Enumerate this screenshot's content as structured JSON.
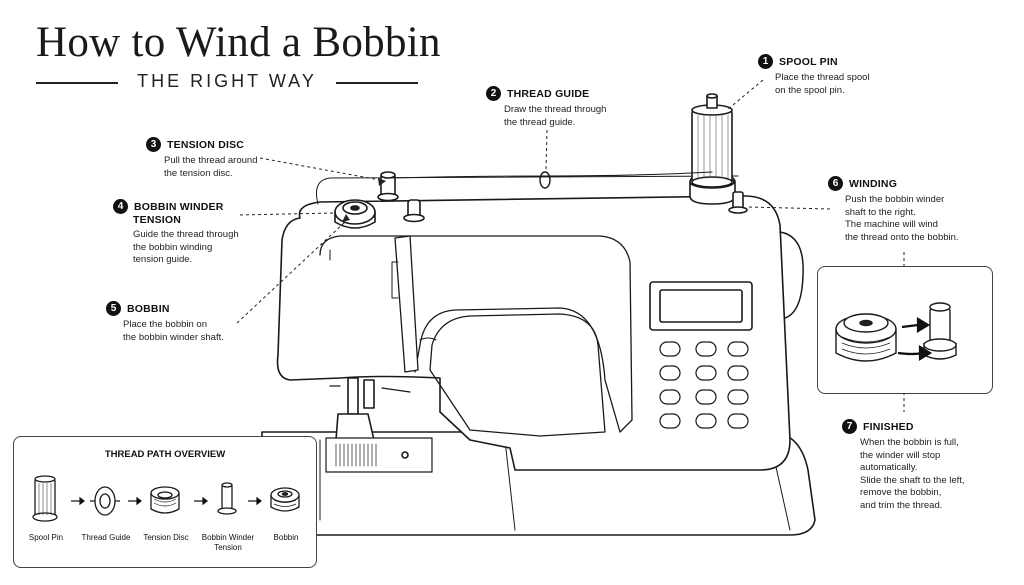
{
  "header": {
    "title": "How to Wind a Bobbin",
    "subtitle": "THE RIGHT WAY"
  },
  "steps": [
    {
      "num": "1",
      "title": "SPOOL PIN",
      "desc": [
        "Place the thread spool",
        "on the spool pin."
      ]
    },
    {
      "num": "2",
      "title": "THREAD GUIDE",
      "desc": [
        "Draw the thread through",
        "the thread guide."
      ]
    },
    {
      "num": "3",
      "title": "TENSION DISC",
      "desc": [
        "Pull the thread around",
        "the tension disc."
      ]
    },
    {
      "num": "4",
      "title": "BOBBIN WINDER",
      "title2": "TENSION",
      "desc": [
        "Guide the thread through",
        "the bobbin winding",
        "tension guide."
      ]
    },
    {
      "num": "5",
      "title": "BOBBIN",
      "desc": [
        "Place the bobbin on",
        "the bobbin winder shaft."
      ]
    },
    {
      "num": "6",
      "title": "WINDING",
      "desc": [
        "Push the bobbin winder",
        "shaft to the right.",
        "The machine will wind",
        "the thread onto the bobbin."
      ]
    },
    {
      "num": "7",
      "title": "FINISHED",
      "desc": [
        "When the bobbin is full,",
        "the winder will stop",
        "automatically.",
        "Slide the shaft to the left,",
        "remove the bobbin,",
        "and trim the thread."
      ]
    }
  ],
  "overview": {
    "title": "THREAD PATH OVERVIEW",
    "items": [
      "Spool Pin",
      "Thread Guide",
      "Tension Disc",
      "Bobbin Winder",
      "Bobbin"
    ],
    "item4_line2": "Tension"
  }
}
